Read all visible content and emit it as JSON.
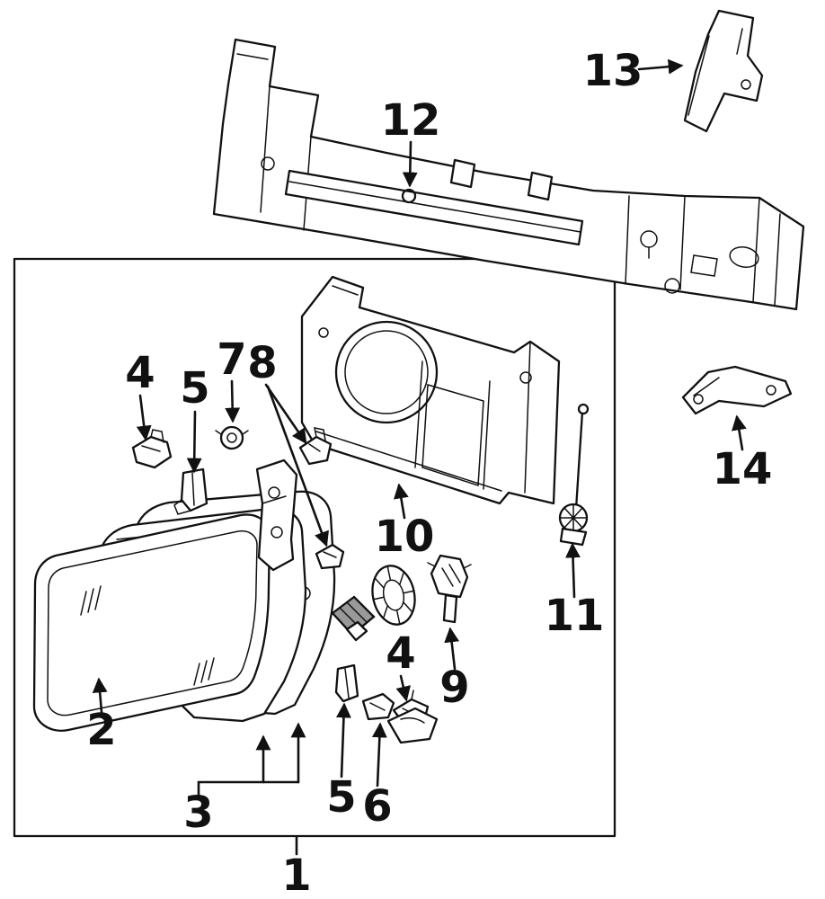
{
  "diagram": {
    "type": "exploded-parts-diagram",
    "colors": {
      "ink": "#111111",
      "background": "#ffffff",
      "bulb_gray": "#999999"
    },
    "callouts": [
      {
        "label": "1"
      },
      {
        "label": "2"
      },
      {
        "label": "3"
      },
      {
        "label": "4"
      },
      {
        "label": "4"
      },
      {
        "label": "5"
      },
      {
        "label": "5"
      },
      {
        "label": "6"
      },
      {
        "label": "7"
      },
      {
        "label": "8"
      },
      {
        "label": "9"
      },
      {
        "label": "10"
      },
      {
        "label": "11"
      },
      {
        "label": "12"
      },
      {
        "label": "13"
      },
      {
        "label": "14"
      }
    ]
  }
}
